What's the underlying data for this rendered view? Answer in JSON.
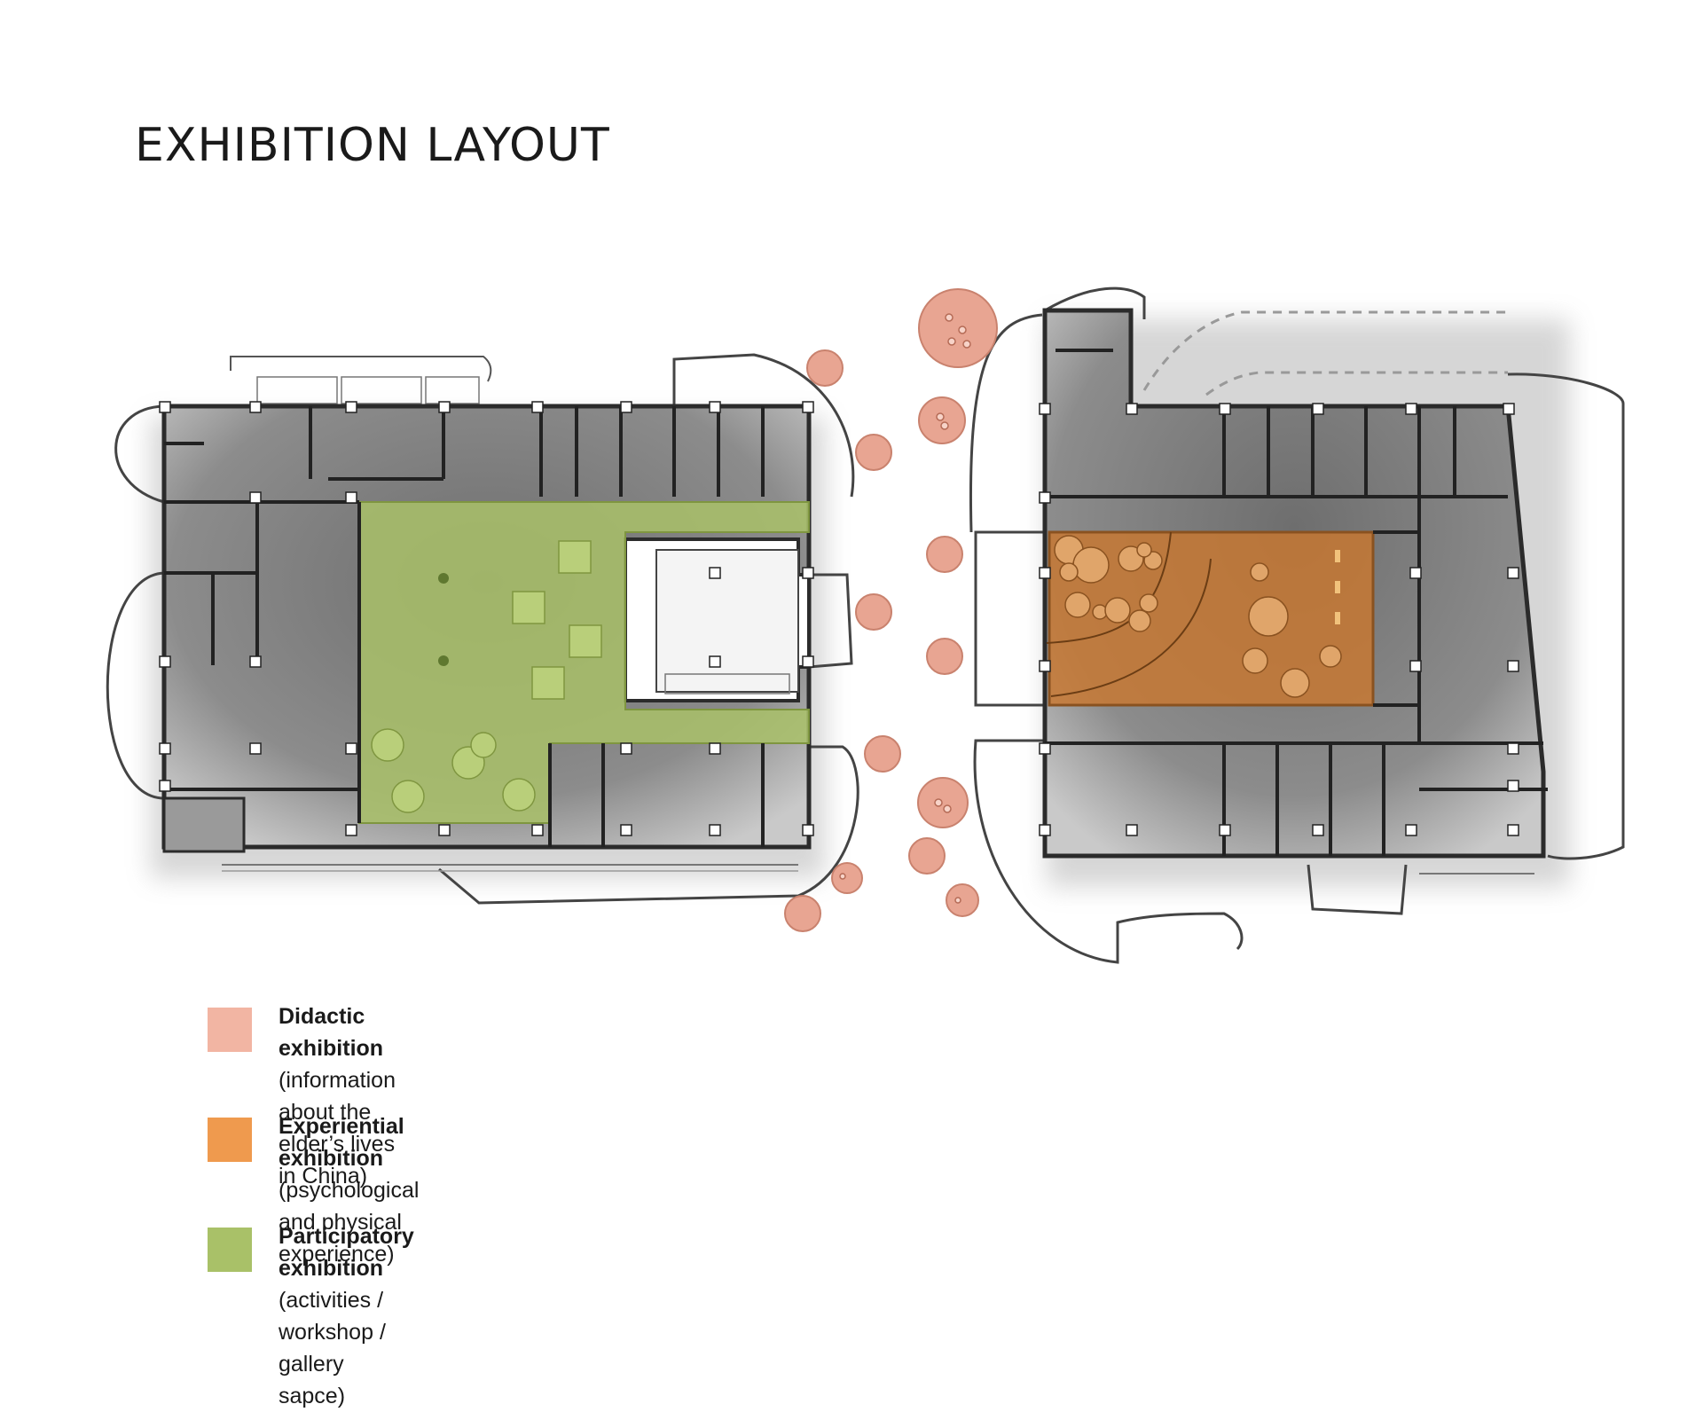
{
  "page": {
    "title": "EXHIBITION LAYOUT"
  },
  "colors": {
    "didactic": "#f2b5a3",
    "experiential": "#ef9a4e",
    "participatory": "#a9c168",
    "wall": "#2b2b2b",
    "floor": "#7a7a7a"
  },
  "legend": [
    {
      "label": "Didactic exhibition",
      "description": "(information about the elder’s lives in China)",
      "color": "#f2b5a3"
    },
    {
      "label": "Experiential exhibition",
      "description": "(psychological and physical experience)",
      "color": "#ef9a4e"
    },
    {
      "label": "Participatory exhibition",
      "description": "(activities / workshop / gallery sapce)",
      "color": "#a9c168"
    }
  ]
}
